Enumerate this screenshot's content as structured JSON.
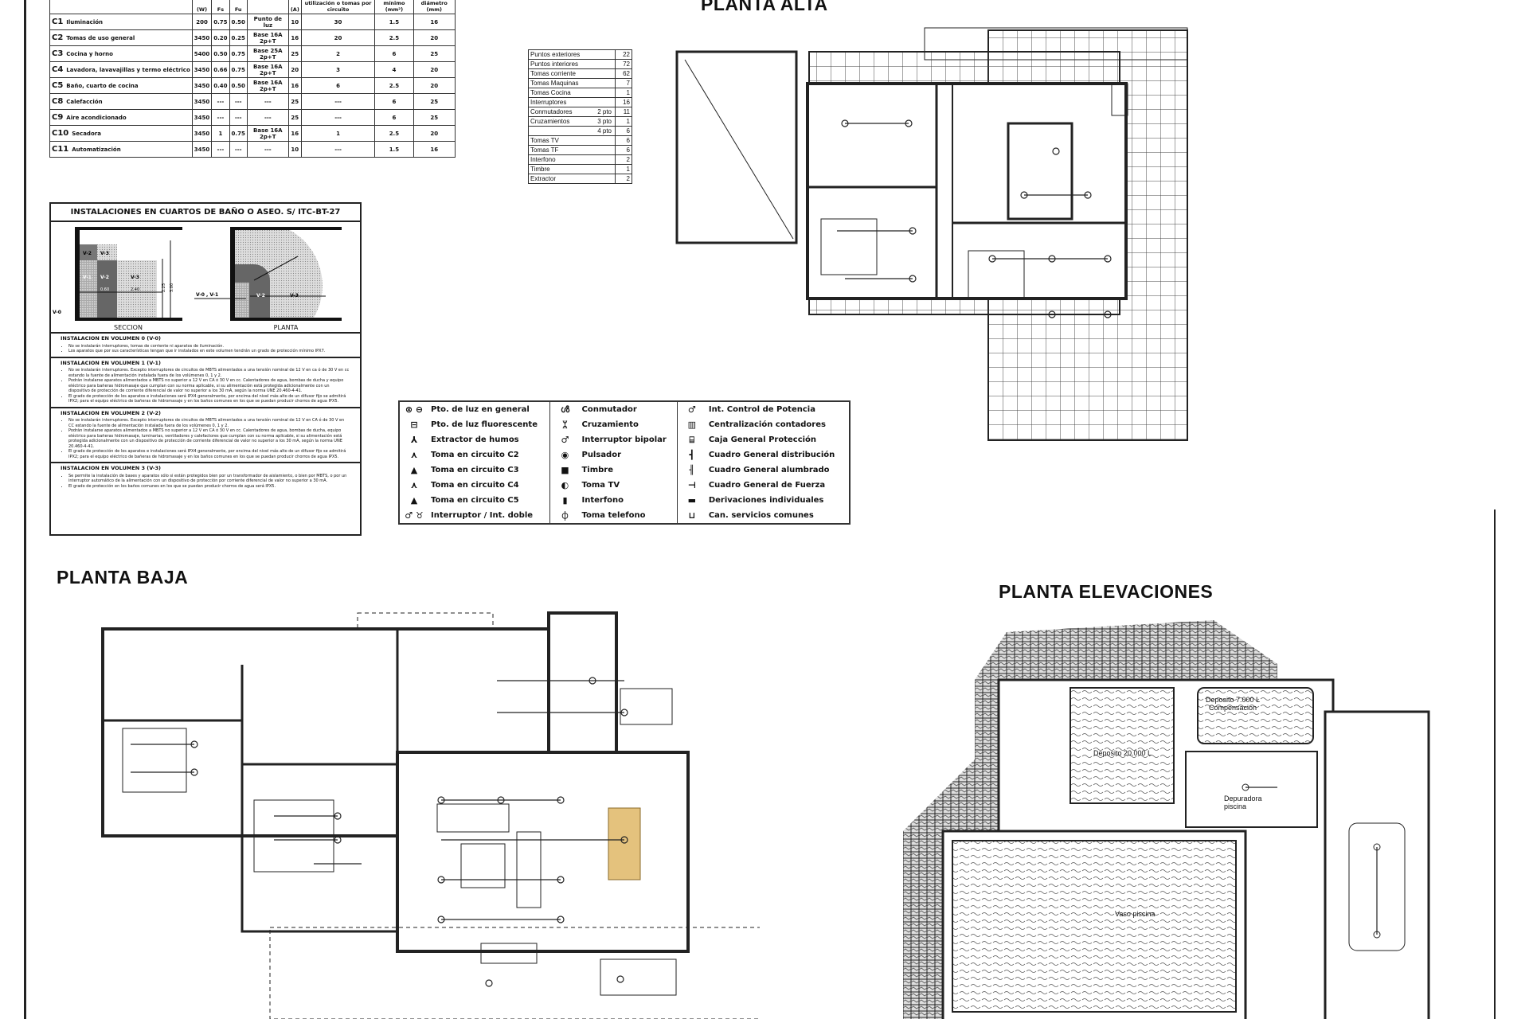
{
  "circuits_table": {
    "headers": [
      "(W)",
      "Fs",
      "Fu",
      "",
      "(A)",
      "utilización o tomas por circuito",
      "mínimo (mm²)",
      "diámetro (mm)"
    ],
    "rows": [
      {
        "code": "C1",
        "name": "Iluminación",
        "w": "200",
        "fs": "0.75",
        "fu": "0.50",
        "toma": "Punto de luz",
        "a": "10",
        "max": "30",
        "sec": "1.5",
        "dia": "16"
      },
      {
        "code": "C2",
        "name": "Tomas de uso general",
        "w": "3450",
        "fs": "0.20",
        "fu": "0.25",
        "toma": "Base 16A 2p+T",
        "a": "16",
        "max": "20",
        "sec": "2.5",
        "dia": "20"
      },
      {
        "code": "C3",
        "name": "Cocina y horno",
        "w": "5400",
        "fs": "0.50",
        "fu": "0.75",
        "toma": "Base 25A 2p+T",
        "a": "25",
        "max": "2",
        "sec": "6",
        "dia": "25"
      },
      {
        "code": "C4",
        "name": "Lavadora, lavavajillas y termo eléctrico",
        "w": "3450",
        "fs": "0.66",
        "fu": "0.75",
        "toma": "Base 16A 2p+T",
        "a": "20",
        "max": "3",
        "sec": "4",
        "dia": "20"
      },
      {
        "code": "C5",
        "name": "Baño, cuarto de cocina",
        "w": "3450",
        "fs": "0.40",
        "fu": "0.50",
        "toma": "Base 16A 2p+T",
        "a": "16",
        "max": "6",
        "sec": "2.5",
        "dia": "20"
      },
      {
        "code": "C8",
        "name": "Calefacción",
        "w": "3450",
        "fs": "---",
        "fu": "---",
        "toma": "---",
        "a": "25",
        "max": "---",
        "sec": "6",
        "dia": "25"
      },
      {
        "code": "C9",
        "name": "Aire acondicionado",
        "w": "3450",
        "fs": "---",
        "fu": "---",
        "toma": "---",
        "a": "25",
        "max": "---",
        "sec": "6",
        "dia": "25"
      },
      {
        "code": "C10",
        "name": "Secadora",
        "w": "3450",
        "fs": "1",
        "fu": "0.75",
        "toma": "Base 16A 2p+T",
        "a": "16",
        "max": "1",
        "sec": "2.5",
        "dia": "20"
      },
      {
        "code": "C11",
        "name": "Automatización",
        "w": "3450",
        "fs": "---",
        "fu": "---",
        "toma": "---",
        "a": "10",
        "max": "---",
        "sec": "1.5",
        "dia": "16"
      }
    ]
  },
  "counts_table": [
    {
      "label": "Puntos exteriores",
      "value": "22"
    },
    {
      "label": "Puntos interiores",
      "value": "72"
    },
    {
      "label": "Tomas corriente",
      "value": "62"
    },
    {
      "label": "Tomas Maquinas",
      "value": "7"
    },
    {
      "label": "Tomas Cocina",
      "value": "1"
    },
    {
      "label": "Interruptores",
      "value": "16"
    },
    {
      "label": "Conmutadores",
      "sub": "2 pto",
      "value": "11"
    },
    {
      "label": "Cruzamientos",
      "sub": "3 pto",
      "value": "1"
    },
    {
      "label": "",
      "sub": "4 pto",
      "value": "6"
    },
    {
      "label": "Tomas TV",
      "value": "6"
    },
    {
      "label": "Tomas TF",
      "value": "6"
    },
    {
      "label": "Interfono",
      "value": "2"
    },
    {
      "label": "Timbre",
      "value": "1"
    },
    {
      "label": "Extractor",
      "value": "2"
    }
  ],
  "bathroom": {
    "title": "INSTALACIONES EN CUARTOS DE BAÑO O ASEO. S/ ITC-BT-27",
    "seccion_label": "SECCION",
    "planta_label": "PLANTA",
    "v0_label": "V-0",
    "v0v1_label": "V-0 , V-1",
    "zones": [
      "V-1",
      "V-2",
      "V-3"
    ],
    "dims": [
      "0.60",
      "2.40",
      "2.25",
      "3.00"
    ],
    "sections": [
      {
        "title": "INSTALACION EN VOLUMEN 0 (V-0)",
        "items": [
          "No se instalarán interruptores, tomas de corriente ni aparatos de iluminación.",
          "Los aparatos que por sus características tengan que ir instalados en este volumen tendrán un grado de protección mínimo IPX7."
        ]
      },
      {
        "title": "INSTALACION EN VOLUMEN 1 (V-1)",
        "items": [
          "No se instalarán interruptores. Excepto interruptores de circuitos de MBTS alimentados a una tensión nominal de 12 V en ca ó de 30 V en cc estando la fuente de alimentación instalada fuera de los volúmenes 0, 1 y 2.",
          "Podrán instalarse aparatos alimentados a MBTS no superior a 12 V en CA ó 30 V en cc. Calentadores de agua, bombas de ducha y equipo eléctrico para bañeras hidromasaje que cumplan con su norma aplicable, si su alimentación está protegida adicionalmente con un dispositivo de protección de corriente diferencial de valor no superior a los 30 mA, según la norma UNE 20.460-4-41.",
          "El grado de protección de los aparatos e instalaciones será IPX4 generalmente, por encima del nivel más alto de un difusor fijo se admitirá IPX2; para el equipo eléctrico de bañeras de hidromasaje y en los baños comunes en los que se puedan producir chorros de agua IPX5."
        ]
      },
      {
        "title": "INSTALACION EN VOLUMEN 2 (V-2)",
        "items": [
          "No se instalarán interruptores. Excepto interruptores de circuitos de MBTS alimentados a una tensión nominal de 12 V en CA ó de 30 V en CC estando la fuente de alimentación instalada fuera de los volúmenes 0, 1 y 2.",
          "Podrán instalarse aparatos alimentados a MBTS no superior a 12 V en CA ó 30 V en cc. Calentadores de agua, bombas de ducha, equipo eléctrico para bañeras hidromasaje, luminarias, ventiladores y calefactores que cumplan con su norma aplicable, si su alimentación está protegida adicionalmente con un dispositivo de protección de corriente diferencial de valor no superior a los 30 mA, según la norma UNE 20.460-4-41.",
          "El grado de protección de los aparatos e instalaciones será IPX4 generalmente, por encima del nivel más alto de un difusor fijo se admitirá IPX2; para el equipo eléctrico de bañeras de hidromasaje y en los baños comunes en los que se puedan producir chorros de agua IPX5."
        ]
      },
      {
        "title": "INSTALACION EN VOLUMEN 3 (V-3)",
        "items": [
          "Se permite la instalación de bases y aparatos sólo si están protegidos bien por un transformador de aislamiento, o bien por MBTS, o por un interruptor automático de la alimentación con un dispositivo de protección por corriente diferencial de valor no superior a 30 mA.",
          "El grado de protección en los baños comunes en los que se puedan producir chorros de agua será IPX5."
        ]
      }
    ]
  },
  "legend": [
    [
      "Pto. de luz en general",
      "Conmutador",
      "Int. Control de Potencia"
    ],
    [
      "Pto. de luz fluorescente",
      "Cruzamiento",
      "Centralización contadores"
    ],
    [
      "Extractor de humos",
      "Interruptor bipolar",
      "Caja General  Protección"
    ],
    [
      "Toma en circuito C2",
      "Pulsador",
      "Cuadro General distribución"
    ],
    [
      "Toma en circuito C3",
      "Timbre",
      "Cuadro General alumbrado"
    ],
    [
      "Toma en circuito C4",
      "Toma TV",
      "Cuadro General de Fuerza"
    ],
    [
      "Toma en circuito C5",
      "Interfono",
      "Derivaciones individuales"
    ],
    [
      "Interruptor / Int. doble",
      "Toma telefono",
      "Can. servicios comunes"
    ]
  ],
  "legend_symbols": [
    [
      "⊗ ⊖",
      "ൾ",
      "♂"
    ],
    [
      "⊟",
      "ᛯ",
      "▥"
    ],
    [
      "⅄",
      "♂",
      "⌸"
    ],
    [
      "⋏",
      "◉",
      "┫"
    ],
    [
      "▲",
      "■",
      "╢"
    ],
    [
      "⋏",
      "◐",
      "⊣"
    ],
    [
      "▲",
      "▮",
      "▬"
    ],
    [
      "♂ ♉",
      "⏀",
      "⊔"
    ]
  ],
  "plans": {
    "alta_title": "PLANTA ALTA",
    "baja_title": "PLANTA BAJA",
    "elevaciones_title": "PLANTA ELEVACIONES",
    "deposito_20000": "Deposito 20.000 L",
    "deposito_7000": "Deposito 7.000 L",
    "compensacion": "Compensacion",
    "depuradora": "Depuradora",
    "piscina": "piscina",
    "vaso_piscina": "Vaso piscina"
  }
}
